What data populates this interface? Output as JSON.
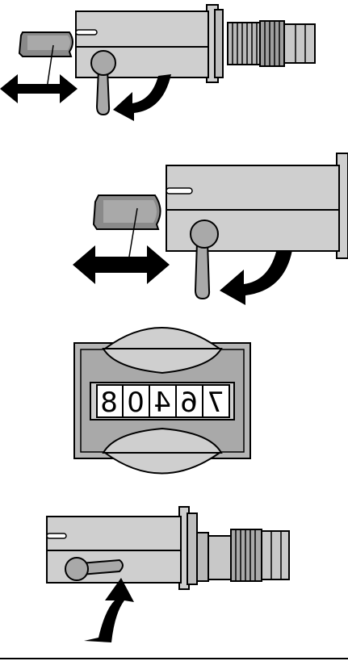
{
  "counter": {
    "digits": [
      "7",
      "6",
      "4",
      "0",
      "8"
    ]
  },
  "colors": {
    "body": "#cfcfcf",
    "dark": "#8a8a8a",
    "mid": "#a9a9a9",
    "stroke": "#000000"
  },
  "icons": [
    "double-arrow-icon",
    "curved-arrow-icon"
  ]
}
